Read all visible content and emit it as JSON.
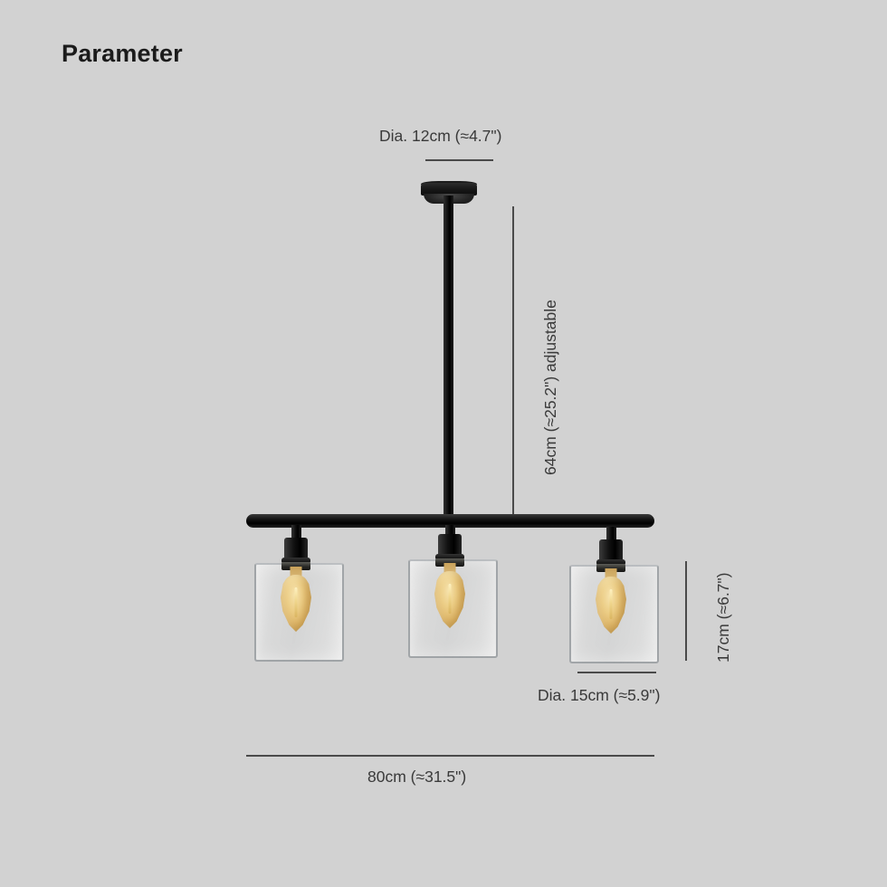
{
  "page": {
    "title": "Parameter",
    "background_color": "#d2d2d2",
    "text_color": "#3a3a3a"
  },
  "product": {
    "type": "linear-pendant-light",
    "shade_count": 3,
    "shade_style": "clear-cylinder-glass",
    "bulb_style": "amber-edison-st64",
    "finish_color": "#111111"
  },
  "dimensions": {
    "canopy_diameter": {
      "label": "Dia. 12cm (≈4.7\")",
      "value_cm": 12,
      "value_in": 4.7,
      "kind": "diameter",
      "position": "top"
    },
    "drop_height": {
      "label": "64cm (≈25.2\") adjustable",
      "value_cm": 64,
      "value_in": 25.2,
      "kind": "height",
      "position": "right-vertical",
      "adjustable": true
    },
    "shade_height": {
      "label": "17cm (≈6.7\")",
      "value_cm": 17,
      "value_in": 6.7,
      "kind": "height",
      "position": "right-vertical"
    },
    "shade_diameter": {
      "label": "Dia. 15cm (≈5.9\")",
      "value_cm": 15,
      "value_in": 5.9,
      "kind": "diameter",
      "position": "bottom-right"
    },
    "overall_width": {
      "label": "80cm (≈31.5\")",
      "value_cm": 80,
      "value_in": 31.5,
      "kind": "width",
      "position": "bottom"
    }
  }
}
